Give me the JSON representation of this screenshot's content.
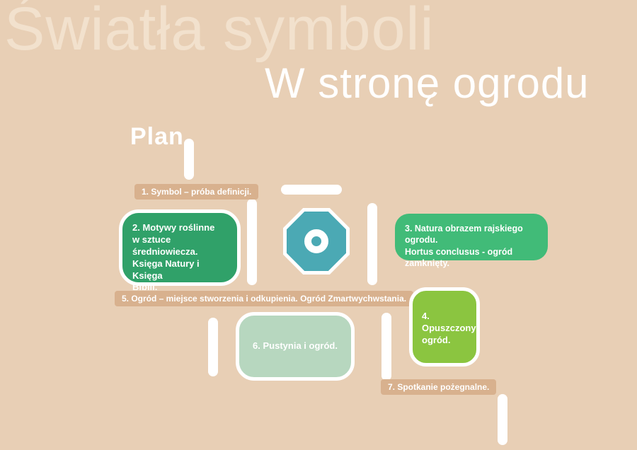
{
  "header": {
    "title": "Światła symboli",
    "subtitle": "W stronę ogrodu",
    "plan": "Plan"
  },
  "items": {
    "item1": "1. Symbol – próba definicji.",
    "item2": "2. Motywy roślinne\nw sztuce średniowiecza.\nKsięga Natury i Księga\nBiblii.",
    "item3": "3. Natura obrazem rajskiego ogrodu.\nHortus conclusus - ogród zamknięty.",
    "item4": "4. Opuszczony\nogród.",
    "item5": "5. Ogród – miejsce stworzenia i odkupienia. Ogród Zmartwychwstania.",
    "item6": "6. Pustynia i ogród.",
    "item7": "7. Spotkanie pożegnalne."
  },
  "colors": {
    "background": "#e8cfb5",
    "title": "#f2e1cd",
    "white": "#ffffff",
    "label_bg": "#d8b18e",
    "green_dark": "#30a169",
    "green_medium": "#41bb78",
    "green_lime": "#8bc540",
    "green_pale": "#b7d7bf",
    "teal": "#4ba9b4"
  }
}
